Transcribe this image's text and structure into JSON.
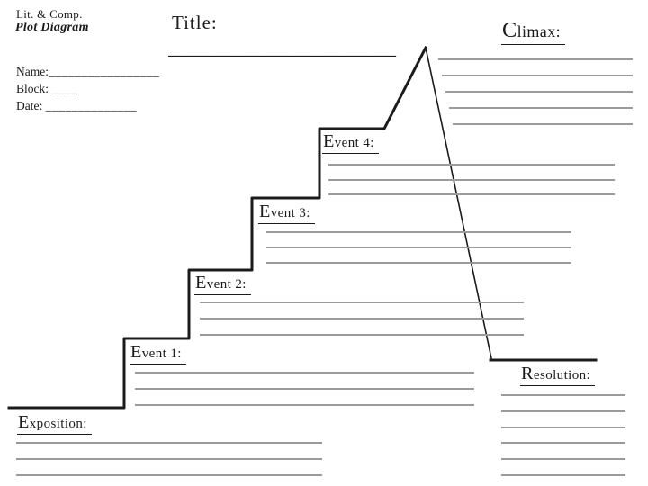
{
  "colors": {
    "ink": "#1b1b1b",
    "writing_line": "#9b9b9b"
  },
  "header": {
    "course": "Lit. & Comp.",
    "worksheet_title": "Plot Diagram",
    "fields": {
      "name_label": "Name:",
      "name_blank": "_________________",
      "block_label": "Block:",
      "block_blank": "____",
      "date_label": "Date:",
      "date_blank": "______________"
    }
  },
  "title": {
    "label": "Title:",
    "blank": "_______________________"
  },
  "diagram": {
    "sections": [
      {
        "id": "exposition",
        "label": "Exposition:",
        "line_count": 3
      },
      {
        "id": "event1",
        "label": "Event 1:",
        "line_count": 3
      },
      {
        "id": "event2",
        "label": "Event 2:",
        "line_count": 3
      },
      {
        "id": "event3",
        "label": "Event 3:",
        "line_count": 3
      },
      {
        "id": "event4",
        "label": "Event 4:",
        "line_count": 3
      },
      {
        "id": "climax",
        "label": "Climax:",
        "line_count": 5
      },
      {
        "id": "resolution",
        "label": "Resolution:",
        "line_count": 6
      }
    ]
  }
}
